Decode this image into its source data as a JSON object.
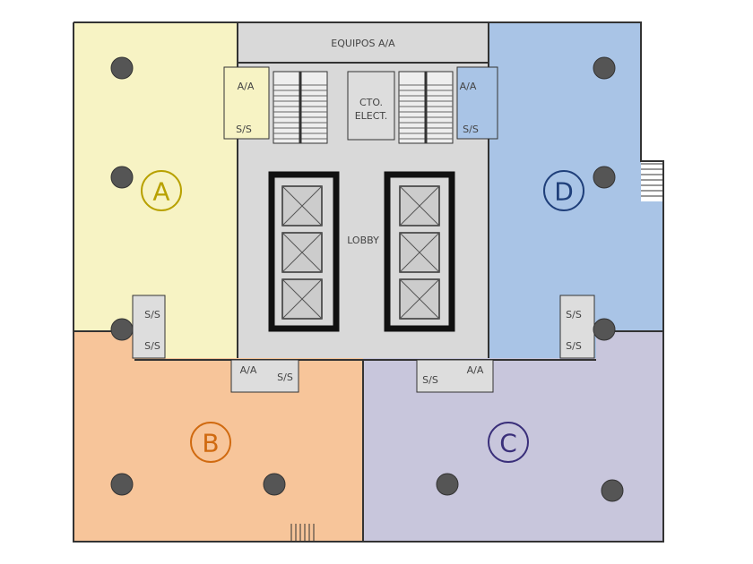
{
  "title": "Floor plan",
  "colors": {
    "zone_a": "#f7f3c4",
    "zone_b": "#f7c59a",
    "zone_c": "#c8c6dc",
    "zone_d": "#a9c4e6",
    "core": "#d9d9d9",
    "letter_a": "#b8a100",
    "letter_b": "#d06a10",
    "letter_c": "#3a2f7a",
    "letter_d": "#1f3f7a"
  },
  "zones": {
    "a": "A",
    "b": "B",
    "c": "C",
    "d": "D"
  },
  "rooms": {
    "equipos": "EQUIPOS A/A",
    "cto_line1": "CTO.",
    "cto_line2": "ELECT.",
    "lobby": "LOBBY",
    "aa": "A/A",
    "ss": "S/S"
  }
}
